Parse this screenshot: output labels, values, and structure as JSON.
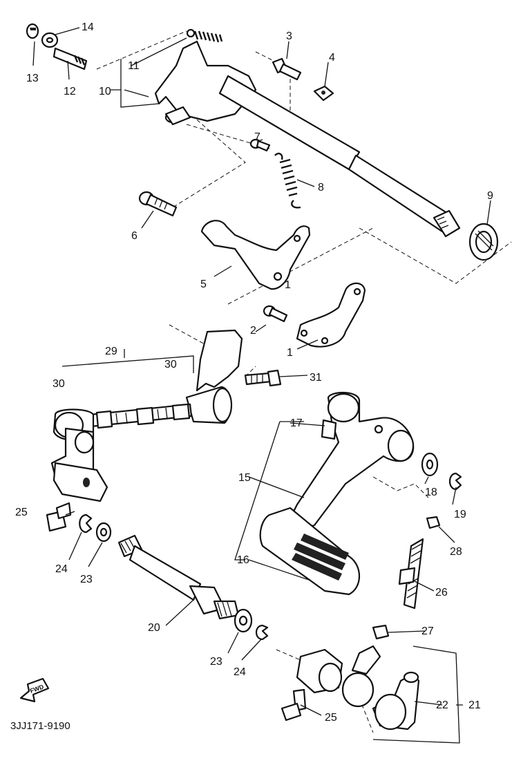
{
  "diagram": {
    "part_labels": [
      "1",
      "2",
      "3",
      "4",
      "5",
      "6",
      "7",
      "8",
      "9",
      "10",
      "11",
      "12",
      "13",
      "14",
      "15",
      "16",
      "17",
      "18",
      "19",
      "20",
      "21",
      "22",
      "23",
      "24",
      "25",
      "26",
      "27",
      "28",
      "29",
      "30",
      "31"
    ],
    "forward_arrow_text": "FWD",
    "drawing_code": "3JJ171-9190"
  }
}
